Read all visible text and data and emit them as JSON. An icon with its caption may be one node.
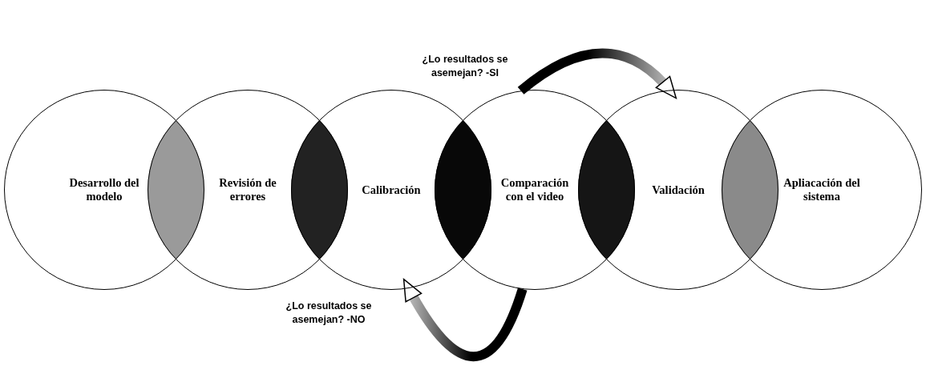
{
  "diagram": {
    "nodes": [
      {
        "text": [
          "Desarrollo del modelo"
        ]
      },
      {
        "text": [
          "Revisión de errores"
        ]
      },
      {
        "text": [
          "Calibración"
        ]
      },
      {
        "text": [
          "Comparación con el video"
        ]
      },
      {
        "text": [
          "Validación"
        ]
      },
      {
        "text": [
          "Apliacación del sistema"
        ]
      }
    ],
    "edges": [
      {
        "from": 3,
        "to": 4,
        "arrow": "to",
        "style": "thick",
        "label": "¿Lo resultados se asemejan? -SI"
      },
      {
        "from": 3,
        "to": 2,
        "arrow": "to",
        "style": "thick",
        "label": "¿Lo resultados se asemejan? -NO"
      }
    ]
  }
}
